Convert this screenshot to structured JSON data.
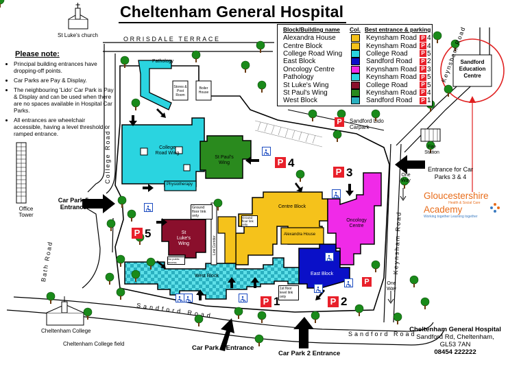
{
  "title": "Cheltenham General Hospital",
  "notes": {
    "heading": "Please note:",
    "items": [
      "Principal building entrances have dropping-off points.",
      "Car Parks are Pay & Display.",
      "The neighbouring 'Lido' Car Park is Pay & Display and can be used when there are no spaces available in Hospital Car Parks.",
      "All entrances are wheelchair accessible, having a level threshold or ramped entrance."
    ]
  },
  "legend": {
    "col_building": "Block/Building name",
    "col_colour": "Col.",
    "col_entrance": "Best entrance & parking",
    "rows": [
      {
        "name": "Alexandra House",
        "color": "#f5c21b",
        "entrance": "Keynsham Road",
        "park": "4"
      },
      {
        "name": "Centre Block",
        "color": "#f5c21b",
        "entrance": "Keynsham Road",
        "park": "4"
      },
      {
        "name": "College Road Wing",
        "color": "#2ad4e0",
        "entrance": "College Road",
        "park": "5"
      },
      {
        "name": "East Block",
        "color": "#0a10c8",
        "entrance": "Sandford Road",
        "park": "2"
      },
      {
        "name": "Oncology Centre",
        "color": "#f02ae8",
        "entrance": "Keynsham Road",
        "park": "3"
      },
      {
        "name": "Pathology",
        "color": "#2ad4e0",
        "entrance": "Keynsham Road",
        "park": "5"
      },
      {
        "name": "St Luke's Wing",
        "color": "#8a0f2c",
        "entrance": "College Road",
        "park": "5"
      },
      {
        "name": "St Paul's Wing",
        "color": "#2a8a1e",
        "entrance": "Keynsham Road",
        "park": "4"
      },
      {
        "name": "West Block",
        "color": "#2ab0c0",
        "entrance": "Sandford Road",
        "park": "1"
      }
    ]
  },
  "places": {
    "st_lukes_church": "St Luke's church",
    "orrisdale_terrace": "Orrisdale Terrace",
    "college_road": "College Road",
    "keynsham_road_top": "Keynsham Road",
    "keynsham_road_side": "Keynsham Road",
    "sandford_road_left": "Sandford Road",
    "sandford_road_right": "Sandford Road",
    "bath_road": "Bath Road",
    "office_tower": "Office Tower",
    "cheltenham_college": "Cheltenham College",
    "college_field": "Cheltenham College field",
    "sandford_lido": "Sandford Lido Carpark",
    "fire_station": "Fire Station",
    "sandford_education": "Sandford Education Centre",
    "stores": "Stores & Post Room",
    "boiler_house": "Boiler House",
    "one_way_1": "One Way",
    "one_way_2": "One Way"
  },
  "buildings": {
    "pathology": "Pathology",
    "college_road_wing": "College Road Wing",
    "st_pauls_wing": "St Paul's Wing",
    "physiotherapy": "Physiotherapy",
    "centre_block": "Centre Block",
    "oncology_centre": "Oncology Centre",
    "alexandra_house": "Alexandra House",
    "st_lukes_wing": "St Luke's Wing",
    "west_block": "West Block",
    "east_block": "East Block"
  },
  "link_notes": {
    "ground_floor_link": "Ground floor link only",
    "ground_floor_link_2": "Ground floor link only",
    "first_floor_link": "1st floor level link only",
    "no_public_access": "No public access",
    "link_corridor": "Link Corridor"
  },
  "entrances": {
    "car_park_5": "Car Park 5 Entrance",
    "car_parks_3_4": "Entrance for Car Parks 3 & 4",
    "car_park_1": "Car Park 1 Entrance",
    "car_park_2": "Car Park 2 Entrance"
  },
  "car_parks": {
    "p_letter": "P",
    "p1": "1",
    "p2": "2",
    "p3": "3",
    "p4": "4",
    "p5": "5"
  },
  "address": {
    "name": "Cheltenham General Hospital",
    "line1": "Sandford Rd, Cheltenham,",
    "line2": "GL53 7AN",
    "phone": "08454 222222"
  },
  "logo": {
    "line1": "Gloucestershire",
    "line2": "Academy",
    "sub1": "Health & Social Care",
    "sub2": "Working together Learning together"
  }
}
